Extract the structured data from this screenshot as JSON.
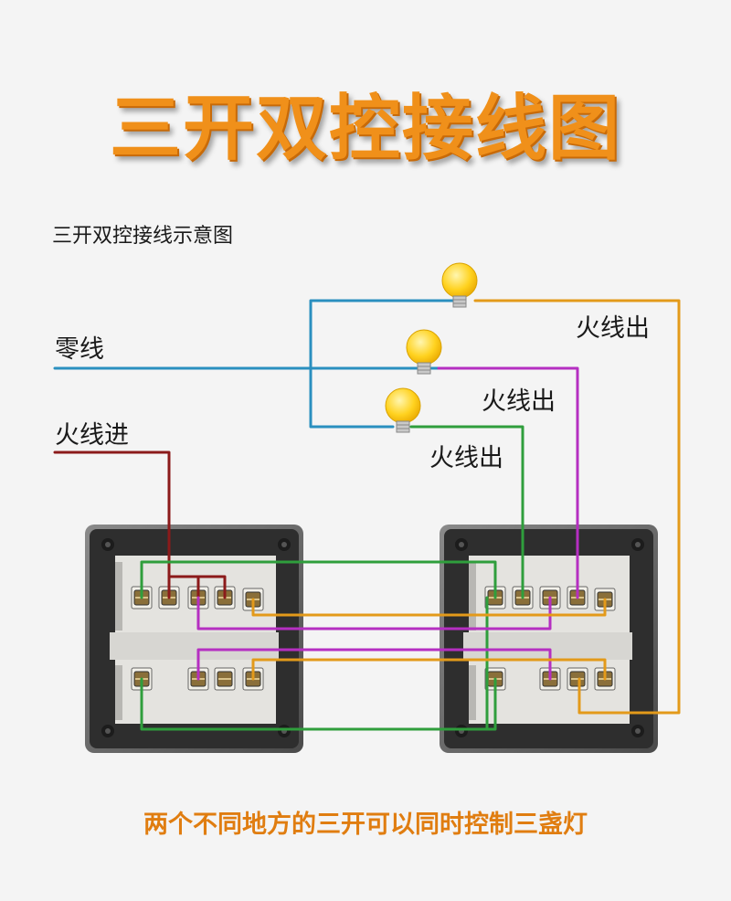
{
  "title": "三开双控接线图",
  "subtitle": "三开双控接线示意图",
  "labels": {
    "neutral": "零线",
    "live_in": "火线进",
    "live_out_1": "火线出",
    "live_out_2": "火线出",
    "live_out_3": "火线出"
  },
  "caption": "两个不同地方的三开可以同时控制三盏灯",
  "colors": {
    "title": "#f0901a",
    "caption": "#e07d10",
    "neutral_wire": "#2a8fbf",
    "live_in_wire": "#8b1a1a",
    "green_wire": "#2f9e3c",
    "purple_wire": "#b52fc1",
    "orange_wire": "#e39a1a",
    "bulb": "#ffd21f"
  }
}
